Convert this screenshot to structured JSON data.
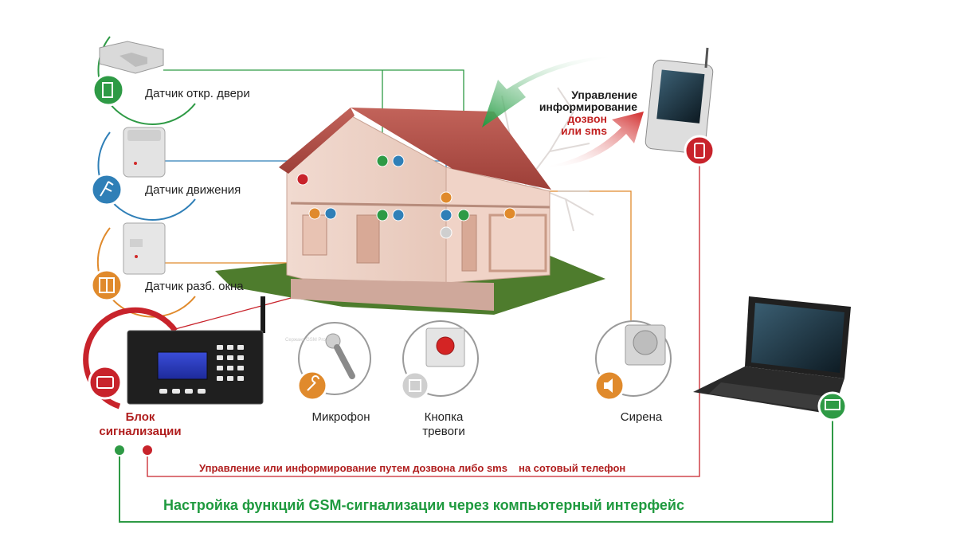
{
  "sensors": {
    "door": "Датчик откр. двери",
    "motion": "Датчик движения",
    "window": "Датчик разб. окна"
  },
  "devices": {
    "alarm_unit_line1": "Блок",
    "alarm_unit_line2": "сигнализации",
    "unit_brand": "Сержант GSM Pro 6",
    "microphone": "Микрофон",
    "panic_button_line1": "Кнопка",
    "panic_button_line2": "тревоги",
    "siren": "Сирена"
  },
  "arrows": {
    "line1": "Управление",
    "line2": "информирование",
    "line3": "дозвон",
    "line4": "или sms"
  },
  "bottom": {
    "sms_part1": "Управление или информирование путем дозвона либо sms",
    "sms_part2": "на сотовый телефон",
    "pc_setup": "Настройка функций GSM-сигнализации через компьютерный интерфейс"
  },
  "colors": {
    "green": "#2e9a45",
    "red": "#c8232b",
    "blue": "#2f7fb7",
    "orange": "#e08a2c",
    "grey": "#b5b5b5"
  },
  "icons": [
    "door-icon",
    "running-man-icon",
    "window-icon",
    "fire-icon",
    "microphone-icon",
    "button-icon",
    "speaker-icon",
    "phone-icon",
    "monitor-icon",
    "home-phone-icon"
  ]
}
